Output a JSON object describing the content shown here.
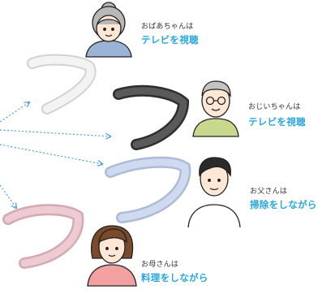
{
  "colors": {
    "accent": "#2aa6de",
    "arrow": "#4aa0dc",
    "band_white": "#ededed",
    "band_black": "#4a4a4a",
    "band_blue": "#c6d3ec",
    "band_pink": "#e9c3cc"
  },
  "people": [
    {
      "id": "grandmother",
      "name": "おばあちゃんは",
      "activity": "テレビを視聴",
      "icon": "grandmother-avatar",
      "band": "white"
    },
    {
      "id": "grandfather",
      "name": "おじいちゃんは",
      "activity": "テレビを視聴",
      "icon": "grandfather-avatar",
      "band": "black"
    },
    {
      "id": "father",
      "name": "お父さんは",
      "activity": "掃除をしながら",
      "icon": "father-avatar",
      "band": "blue"
    },
    {
      "id": "mother",
      "name": "お母さんは",
      "activity": "料理をしながら",
      "icon": "mother-avatar",
      "band": "pink"
    }
  ]
}
